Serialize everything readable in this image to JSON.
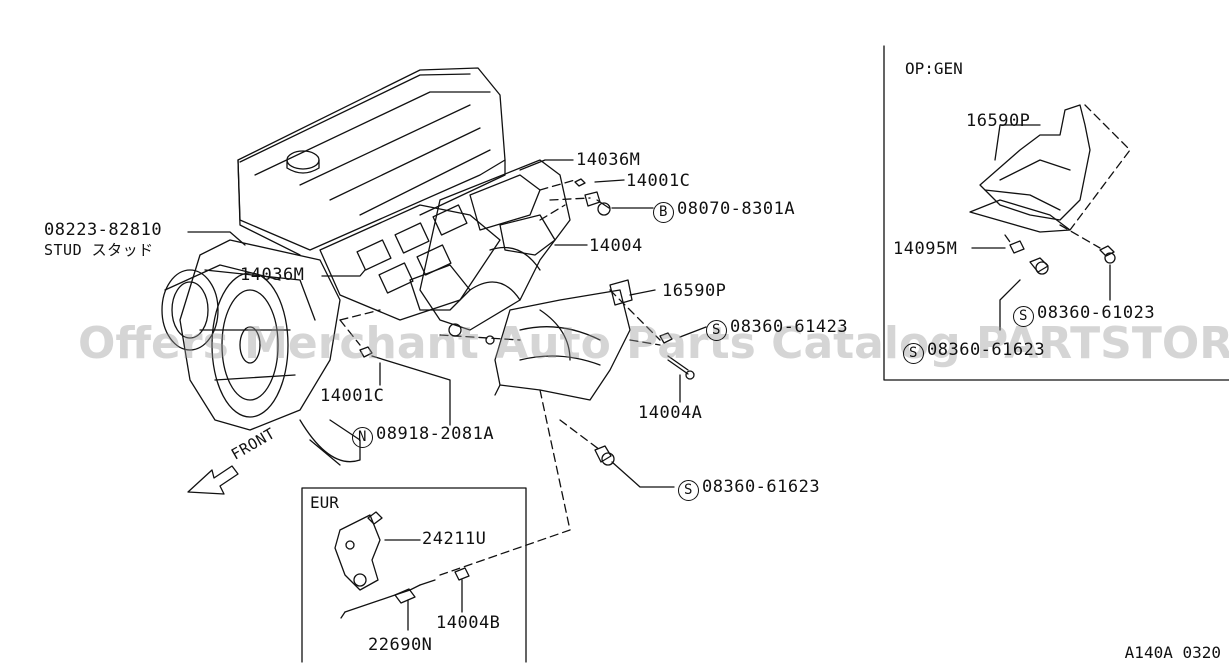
{
  "labels": {
    "p14036m_top": "14036M",
    "p14001c_top": "14001C",
    "p08070": "08070-8301A",
    "p08070_sym": "B",
    "p08223": "08223-82810",
    "stud": "STUD スタッド",
    "p14004": "14004",
    "p14036m_left": "14036M",
    "p16590p": "16590P",
    "p08360_61423": "08360-61423",
    "p08360_61423_sym": "S",
    "p14004a": "14004A",
    "p14001c_bottom": "14001C",
    "p08918": "08918-2081A",
    "p08918_sym": "N",
    "p08360_61623": "08360-61623",
    "p08360_61623_sym": "S",
    "front": "FRONT"
  },
  "eur_box": {
    "title": "EUR",
    "p24211u": "24211U",
    "p14004b": "14004B",
    "p22690n": "22690N"
  },
  "op_box": {
    "title": "OP:GEN",
    "p16590p": "16590P",
    "p14095m": "14095M",
    "p08360_61023": "08360-61023",
    "p08360_61023_sym": "S",
    "p08360_61623": "08360-61623",
    "p08360_61623_sym": "S"
  },
  "watermark": "Offers Merchant Auto Parts Catalog PARTSTORE.SA",
  "diagram_code": "A140A 0320"
}
